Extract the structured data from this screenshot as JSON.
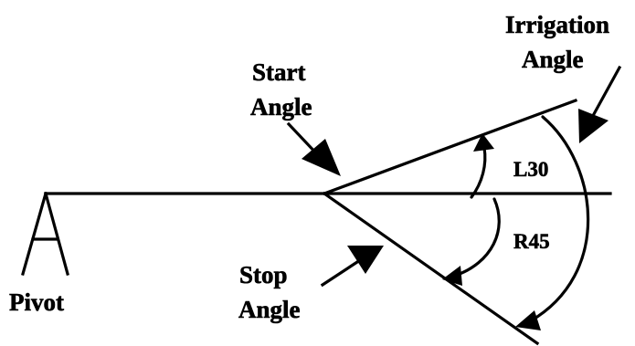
{
  "labels": {
    "irrigation_line1": "Irrigation",
    "irrigation_line2": "Angle",
    "start_line1": "Start",
    "start_line2": "Angle",
    "stop_line1": "Stop",
    "stop_line2": "Angle",
    "pivot": "Pivot",
    "left_angle": "L30",
    "right_angle": "R45"
  }
}
